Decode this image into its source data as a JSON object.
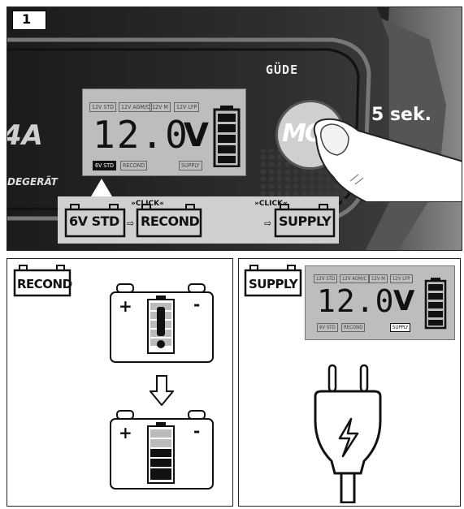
{
  "step_number": "1",
  "brand": "GÜDE",
  "device_text_left": "4A",
  "device_subtitle": "DEGERÄT",
  "mode_button_text": "MO",
  "hold_instruction": "5 sek.",
  "lcd": {
    "mode_labels_top": [
      "12V STD",
      "12V AGM/C",
      "12V M",
      "12V LFP"
    ],
    "voltage": "12.0",
    "unit": "V",
    "mode_labels_bottom": [
      "6V STD",
      "RECOND",
      "SUPPLY"
    ]
  },
  "sequence": {
    "click_label_1": "»CLICK«",
    "click_label_2": "»CLICK«",
    "items": [
      "6V STD",
      "RECOND",
      "SUPPLY"
    ]
  },
  "recond_panel": {
    "label": "RECOND"
  },
  "supply_panel": {
    "label": "SUPPLY"
  }
}
